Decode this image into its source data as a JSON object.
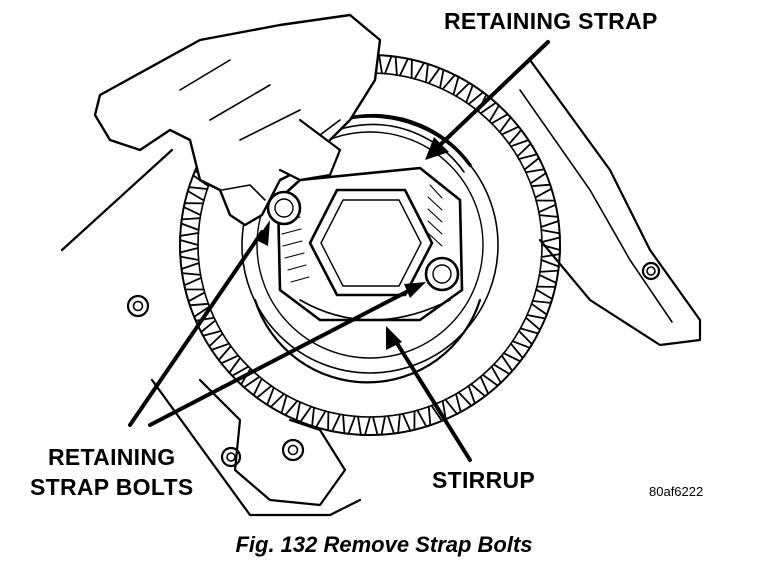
{
  "labels": {
    "retaining_strap": "RETAINING STRAP",
    "retaining_strap_bolts_line1": "RETAINING",
    "retaining_strap_bolts_line2": "STRAP BOLTS",
    "stirrup": "STIRRUP",
    "figure_code": "80af6222"
  },
  "caption": "Fig. 132 Remove Strap Bolts"
}
